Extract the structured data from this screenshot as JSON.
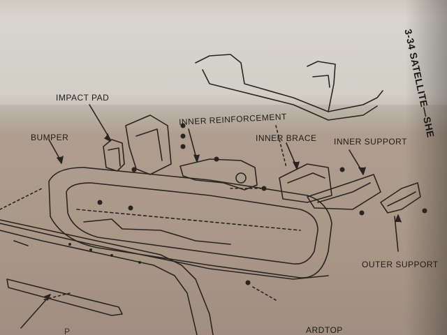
{
  "header": {
    "page_title": "3-34 SATELLITE—SHE"
  },
  "callouts": {
    "impact_pad": "IMPACT PAD",
    "inner_reinforcement": "INNER REINFORCEMENT",
    "bumper": "BUMPER",
    "inner_brace": "INNER BRACE",
    "inner_support": "INNER SUPPORT",
    "outer_support": "OUTER SUPPORT",
    "hardtop": "ARDTOP",
    "partial_left": "P"
  },
  "colors": {
    "ink": "#1e1a17",
    "paper_light": "#d9d6cf",
    "paper_shadow": "#b3a291"
  }
}
